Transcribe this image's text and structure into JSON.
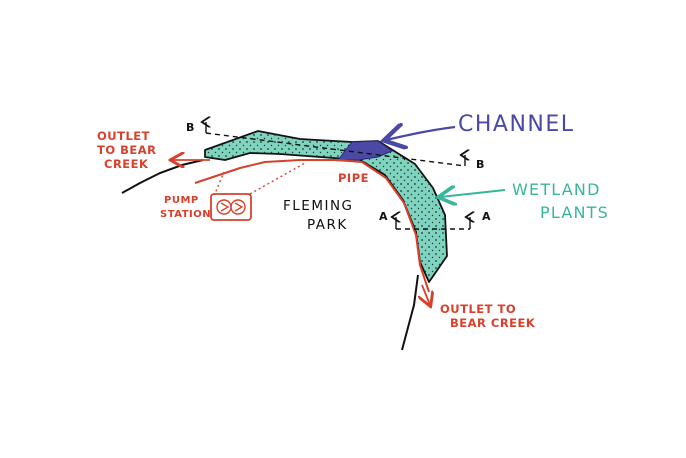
{
  "labels": {
    "channel": "CHANNEL",
    "wetland_line1": "WETLAND",
    "wetland_line2": "PLANTS",
    "outlet_left_line1": "OUTLET",
    "outlet_left_line2": "TO BEAR",
    "outlet_left_line3": "CREEK",
    "outlet_right_line1": "OUTLET TO",
    "outlet_right_line2": "BEAR CREEK",
    "pump_line1": "PUMP",
    "pump_line2": "STATION",
    "park_line1": "FLEMING",
    "park_line2": "PARK",
    "pipe": "PIPE",
    "section_b_left": "B",
    "section_b_right": "B",
    "section_a_left": "A",
    "section_a_right": "A"
  },
  "colors": {
    "pipe_red": "#d8402c",
    "wetland_teal": "#7fd3bf",
    "channel_blue": "#4b48a6",
    "label_teal": "#38b69a",
    "ink": "#111111"
  }
}
